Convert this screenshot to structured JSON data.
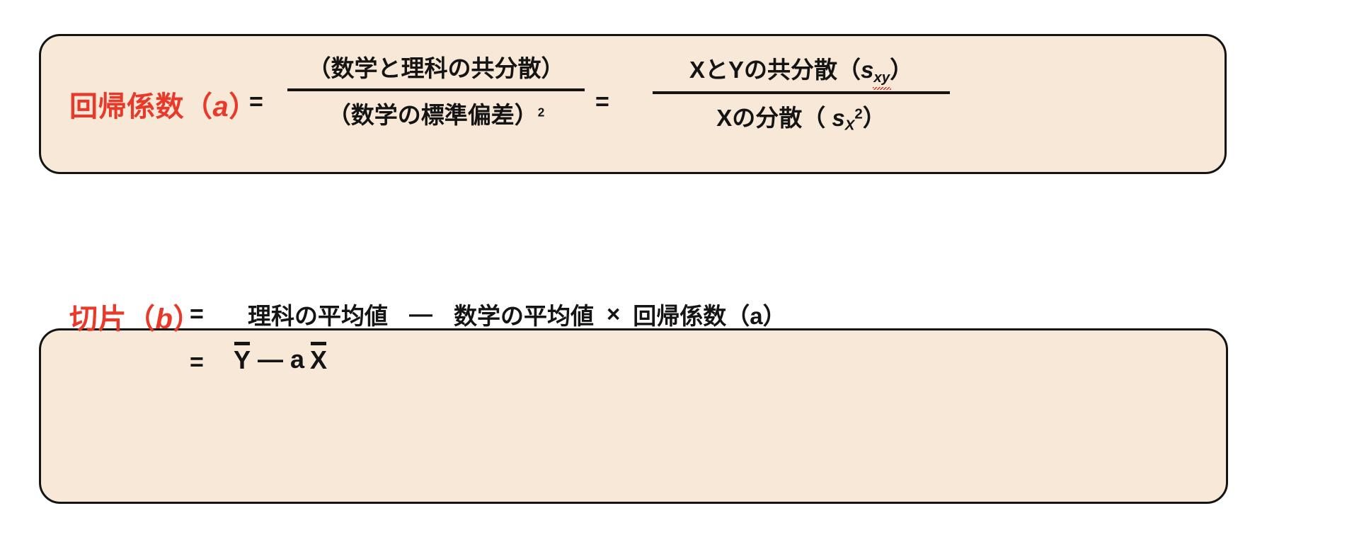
{
  "slide": {
    "background_color": "#ffffff",
    "accent_color": "#e8392a",
    "panel_fill_color": "#f7e8d7",
    "panel_border_color": "#141414"
  },
  "coefficient_formula": {
    "label": "回帰係数（",
    "label_var": "a",
    "label_close": "）",
    "equals_1": "=",
    "left_fraction": {
      "numerator": "（数学と理科の共分散）",
      "denominator_text": "（数学の標準偏差）",
      "denominator_exponent": "2"
    },
    "equals_2": "=",
    "right_fraction": {
      "numerator_text": "XとYの共分散（",
      "numerator_symbol": "s",
      "numerator_symbol_sub": "xy",
      "numerator_close": "）",
      "denominator_text": "Xの分散（ ",
      "denominator_symbol": "s",
      "denominator_symbol_sub": "X",
      "denominator_symbol_sup": "2",
      "denominator_close": "）"
    }
  },
  "intercept_formula": {
    "label": "切片（",
    "label_var": "b",
    "label_close": "）",
    "equals_1": "=",
    "line1_term1": "理科の平均値",
    "line1_minus": "—",
    "line1_term2": "数学の平均値",
    "line1_times": "×",
    "line1_term3": "回帰係数（a）",
    "equals_2": "=",
    "line2_y": "Y",
    "line2_minus": "—",
    "line2_a": "a",
    "line2_x": "X"
  }
}
